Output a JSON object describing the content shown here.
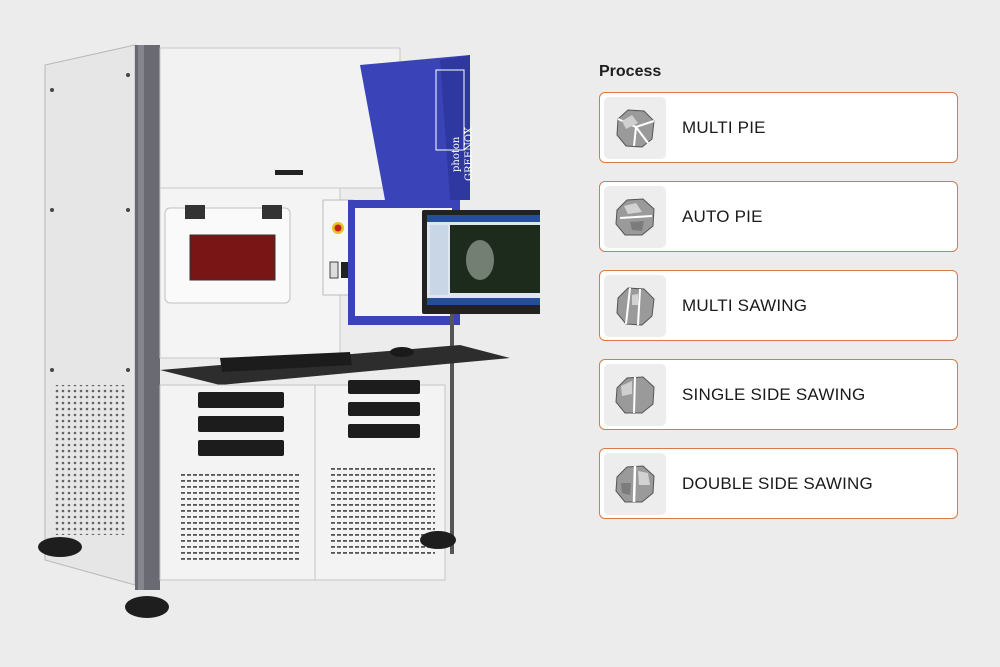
{
  "machine": {
    "brand_logo": "photon GREENOX"
  },
  "process": {
    "heading": "Process",
    "items": [
      {
        "label": "MULTI PIE",
        "icon": "multi-pie-diamond-icon"
      },
      {
        "label": "AUTO PIE",
        "icon": "auto-pie-diamond-icon"
      },
      {
        "label": "MULTI SAWING",
        "icon": "multi-sawing-diamond-icon"
      },
      {
        "label": "SINGLE SIDE SAWING",
        "icon": "single-side-sawing-diamond-icon"
      },
      {
        "label": "DOUBLE SIDE SAWING",
        "icon": "double-side-sawing-diamond-icon"
      }
    ]
  },
  "colors": {
    "background": "#ececec",
    "card_border": "#d87a4a",
    "machine_blue": "#3a44b8"
  }
}
